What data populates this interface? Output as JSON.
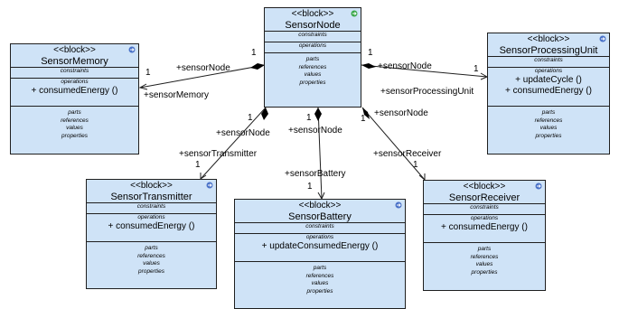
{
  "stereotype": "<<block>>",
  "section_titles": {
    "constraints": "constraints",
    "operations": "operations",
    "parts": "parts",
    "references": "references",
    "values": "values",
    "properties": "properties"
  },
  "colors": {
    "block_fill": "#cfe3f7",
    "border": "#1f1f1f",
    "icon_green": "#3aa84a",
    "icon_blue": "#4a72c8"
  },
  "blocks": {
    "sensor_node": {
      "name": "SensorNode",
      "icon": "green-arrow-icon",
      "operations": []
    },
    "sensor_memory": {
      "name": "SensorMemory",
      "icon": "blue-arrow-icon",
      "operations": [
        "+ consumedEnergy ()"
      ]
    },
    "sensor_processing_unit": {
      "name": "SensorProcessingUnit",
      "icon": "blue-arrow-icon",
      "operations": [
        "+ updateCycle ()",
        "+ consumedEnergy ()"
      ]
    },
    "sensor_transmitter": {
      "name": "SensorTransmitter",
      "icon": "blue-arrow-icon",
      "operations": [
        "+ consumedEnergy ()"
      ]
    },
    "sensor_battery": {
      "name": "SensorBattery",
      "icon": "blue-arrow-icon",
      "operations": [
        "+ updateConsumedEnergy ()"
      ]
    },
    "sensor_receiver": {
      "name": "SensorReceiver",
      "icon": "blue-arrow-icon",
      "operations": [
        "+ consumedEnergy ()"
      ]
    }
  },
  "associations": [
    {
      "source_role": "+sensorNode",
      "source_mult": "1",
      "target_role": "+sensorMemory",
      "target_mult": "1"
    },
    {
      "source_role": "+sensorNode",
      "source_mult": "1",
      "target_role": "+sensorProcessingUnit",
      "target_mult": "1"
    },
    {
      "source_role": "+sensorNode",
      "source_mult": "1",
      "target_role": "+sensorTransmitter",
      "target_mult": "1"
    },
    {
      "source_role": "+sensorNode",
      "source_mult": "1",
      "target_role": "+sensorBattery",
      "target_mult": "1"
    },
    {
      "source_role": "+sensorNode",
      "source_mult": "1",
      "target_role": "+sensorReceiver",
      "target_mult": "1"
    }
  ]
}
